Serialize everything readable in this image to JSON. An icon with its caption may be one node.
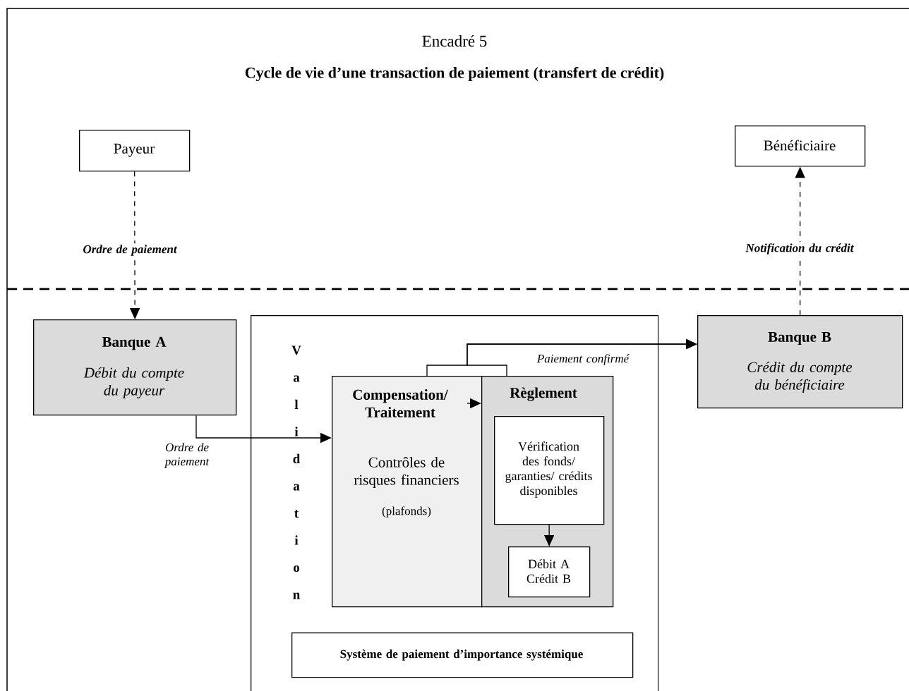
{
  "diagram": {
    "title": "Cycle de vie d’une transaction de paiement (transfert de crédit)",
    "nodes": [
      {
        "text": [
          "Payeur"
        ]
      },
      {
        "text": [
          "Bénéficiaire"
        ]
      },
      {
        "text": [
          "Banque A",
          "Débit du compte du payeur"
        ]
      },
      {
        "text": [
          "Banque B",
          "Crédit du compte du bénéficiaire"
        ]
      },
      {
        "text": [],
        "shape": "box"
      },
      {
        "text": [
          "Compensation/ Traitement",
          "Contrôles de risques financiers",
          "(plafonds)"
        ],
        "in": 4
      },
      {
        "text": [
          "Règlement"
        ],
        "in": 4
      },
      {
        "text": [
          "Vérification des fonds/ garanties/ crédits disponibles"
        ],
        "in": 6
      },
      {
        "text": [
          "Débit A Crédit B"
        ],
        "in": 6
      },
      {
        "text": [
          "Système de paiement d’importance systémique"
        ],
        "in": 4
      }
    ],
    "edges": [
      {
        "from": 0,
        "to": 2,
        "arrow": "to",
        "label": "Ordre de paiement",
        "style": "dashed"
      },
      {
        "from": 3,
        "to": 1,
        "arrow": "to",
        "label": "Notification du crédit",
        "style": "dashed"
      },
      {
        "from": 2,
        "to": 5,
        "arrow": "to",
        "label": "Ordre de paiement"
      },
      {
        "from": 5,
        "to": 6,
        "arrow": "to"
      },
      {
        "from": 5,
        "to": 3,
        "arrow": "to",
        "label": "Paiement confirmé"
      },
      {
        "from": 6,
        "to": 3,
        "arrow": "to"
      },
      {
        "from": 7,
        "to": 8,
        "arrow": "to"
      }
    ],
    "labels": [
      "Encadré 5",
      "Validation"
    ]
  }
}
